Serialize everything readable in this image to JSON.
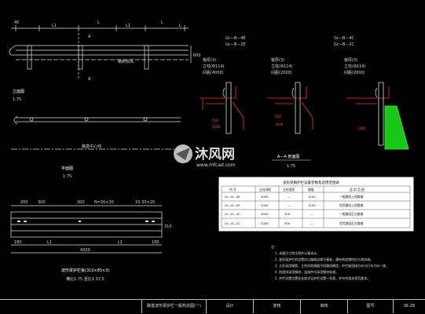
{
  "drawing": {
    "elevation": {
      "dims_top": [
        "40",
        "L1",
        "L",
        "L1",
        "L",
        "L"
      ],
      "section_mark": "A",
      "road_label": "路肩标高",
      "height_dim": "600",
      "scale_title": "立面图",
      "scale": "1:75"
    },
    "plan": {
      "center_label": "路基中心线",
      "scale_title": "平面图",
      "scale": "1:75"
    },
    "beam": {
      "dims_top": [
        "200",
        "300",
        "N=30×30",
        "300",
        "10-30×20"
      ],
      "height_dim": "310",
      "dims_bottom": [
        "180",
        "L1",
        "L1",
        "180"
      ],
      "total_dim": "4320",
      "title": "波形梁护栏板(310×85×3)",
      "scale_note": "横比1:75  竖比1:37.5"
    },
    "sections": {
      "groups": [
        {
          "codes": [
            "Gr—B—4E",
            "Gr—B—2E"
          ],
          "notes": [
            "板厚(3)",
            "立柱(Φ114)",
            "间距(4000)"
          ]
        },
        {
          "codes": [],
          "notes": [
            "板厚(3)",
            "立柱(Φ114)",
            "间距(2000)"
          ]
        },
        {
          "codes": [
            "Gr—B—4C",
            "Gr—B—2C"
          ],
          "notes": [
            "板厚(3)",
            "立柱(Φ114)",
            "间距(2000)"
          ]
        }
      ],
      "dims": [
        "250",
        "550",
        "1100",
        "1400"
      ],
      "title": "A—A 剖面图",
      "scale": "1:75"
    },
    "table": {
      "title": "波形梁钢护栏设置参数及适用范围表",
      "headers": [
        "代 号",
        "立柱间距",
        "立柱埋深",
        "钢管",
        "适 用 范 围"
      ],
      "rows": [
        [
          "Gr—B—4E",
          "4000",
          "—",
          "1100",
          "一般路段土质路基"
        ],
        [
          "Gr—B—2E",
          "2000",
          "—",
          "1100",
          "危险路段土质路基"
        ],
        [
          "Gr—B—4C",
          "4000",
          "300",
          "—",
          "一般路段石方路基"
        ],
        [
          "Gr—B—2C",
          "2000",
          "300",
          "—",
          "危险路段石方路基"
        ]
      ]
    },
    "notes": {
      "heading": "注：",
      "items": [
        "1. 本图尺寸除注明外以毫米计。",
        "2. 波形梁护栏的设置应以路肩边缘为基准，遇有构造物时应与其协调。",
        "3. 立柱采用钢管，立柱间距根据不同路段确定，护栏板搭接方向与行车方向一致。",
        "4. 防阻块采用钢材，连接件均采用镀锌处理。",
        "5. 护栏设置位置及长度详见护栏设置一览表，并符合相关规范要求。"
      ]
    }
  },
  "watermark": {
    "brand": "沐风网",
    "url": "www.mfcad.com"
  },
  "title_block": {
    "drawing_name": "路基波形梁护栏一般构造图(一)",
    "designer": "设计",
    "checker": "复核",
    "reviewer": "审核",
    "sheet_label": "图号",
    "sheet_no": "SⅡ-2B"
  },
  "colors": {
    "line": "#e0e0e0",
    "cyan": "#5fd3ff",
    "red": "#ff3030",
    "green": "#20e020",
    "yellow": "#e8e040"
  }
}
